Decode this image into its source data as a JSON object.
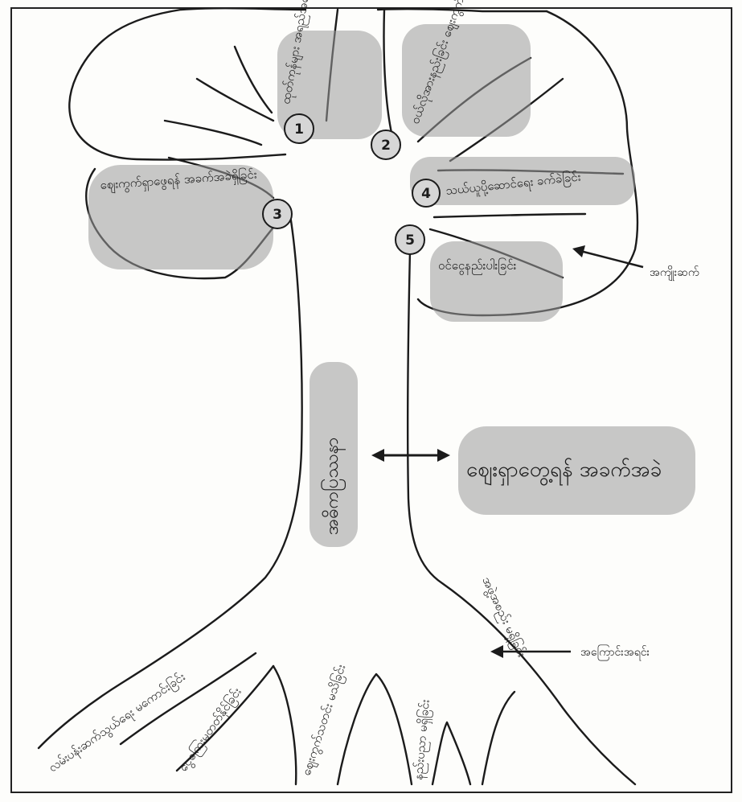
{
  "labels": {
    "branch_1": "ထုတ်ကုန်များ အရည်အသွေးမကောင်းခြင်း",
    "branch_2": "ဝယ်လိုအားနည်းခြင်း ဈေးကွက်မရှိခြင်း",
    "branch_3": "ဈေးကွက်ရှာဖွေရန် အခက်အခဲရှိခြင်း",
    "branch_4": "သယ်ယူပို့ဆောင်ရေး ခက်ခဲခြင်း",
    "branch_5": "ဝင်ငွေနည်းပါးခြင်း",
    "effects_caption": "အကျိုးဆက်",
    "trunk_label": "အဓိကပြဿနာ",
    "core_problem": "ဈေးရှာတွေ့ရန် အခက်အခဲ",
    "causes_caption": "အကြောင်းအရင်း",
    "root_1": "လမ်းပန်းဆက်သွယ်ရေး မကောင်းခြင်း",
    "root_2": "ငွေကြေးမတတ်နိုင်ခြင်း",
    "root_3": "ဈေးကွက်သတင်း မသိခြင်း",
    "root_4": "နည်းပညာ မရှိခြင်း",
    "root_5": "အဖွဲ့အစည်း မရှိခြင်း"
  },
  "badges": [
    "1",
    "2",
    "3",
    "4",
    "5"
  ]
}
